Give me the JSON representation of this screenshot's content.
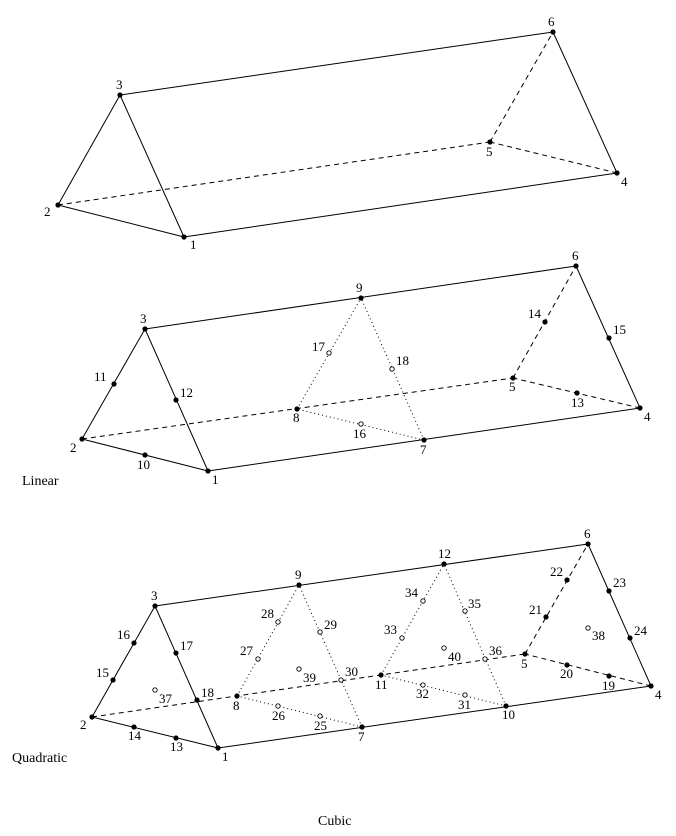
{
  "captions": {
    "linear": "Linear",
    "quadratic": "Quadratic",
    "cubic": "Cubic"
  },
  "colors": {
    "ink": "#000000",
    "background": "#ffffff"
  },
  "elements": [
    {
      "name": "linear-prism",
      "nodes": [
        "1",
        "2",
        "3",
        "4",
        "5",
        "6"
      ]
    },
    {
      "name": "quadratic-prism",
      "nodes": [
        "1",
        "2",
        "3",
        "4",
        "5",
        "6",
        "7",
        "8",
        "9",
        "10",
        "11",
        "12",
        "13",
        "14",
        "15",
        "16",
        "17",
        "18"
      ]
    },
    {
      "name": "cubic-prism",
      "nodes": [
        "1",
        "2",
        "3",
        "4",
        "5",
        "6",
        "7",
        "8",
        "9",
        "10",
        "11",
        "12",
        "13",
        "14",
        "15",
        "16",
        "17",
        "18",
        "19",
        "20",
        "21",
        "22",
        "23",
        "24",
        "25",
        "26",
        "27",
        "28",
        "29",
        "30",
        "31",
        "32",
        "33",
        "34",
        "35",
        "36",
        "37",
        "38",
        "39",
        "40"
      ]
    }
  ]
}
